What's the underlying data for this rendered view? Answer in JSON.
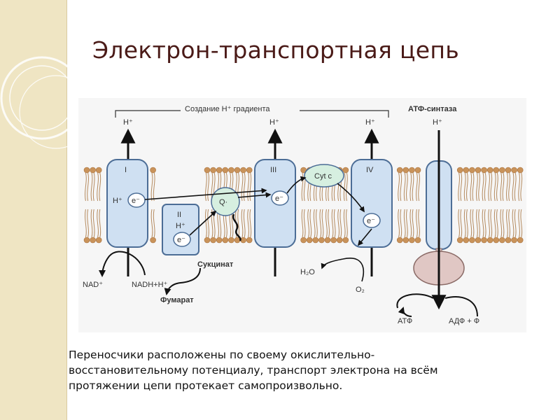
{
  "slide": {
    "title": "Электрон-транспортная цепь",
    "caption_lines": [
      "Переносчики расположены по своему окислительно-",
      "восстановительному потенциалу, транспорт электрона на всём",
      "протяжении цепи протекает самопроизвольно."
    ]
  },
  "diagram": {
    "gradient_label": "Создание H⁺ градиента",
    "atp_synthase_label": "АТФ-синтаза",
    "h_plus": "H⁺",
    "electron": "e⁻",
    "complexes": {
      "I": "I",
      "II": "II",
      "III": "III",
      "IV": "IV"
    },
    "cyt_c": "Cyt c",
    "q": "Q·",
    "nad": "NAD⁺",
    "nadh": "NADH+H⁺",
    "succinate": "Сукцинат",
    "fumarate": "Фумарат",
    "water": "H₂O",
    "oxygen": "O₂",
    "atp": "АТФ",
    "adp": "АДФ + Ф"
  },
  "colors": {
    "band": "#efe5c3",
    "title": "#4a1a17",
    "complex_fill": "#cfe0f2",
    "complex_stroke": "#4c6d96",
    "lipid_head": "#c9935a",
    "atp_head": "#e0c7c4"
  }
}
